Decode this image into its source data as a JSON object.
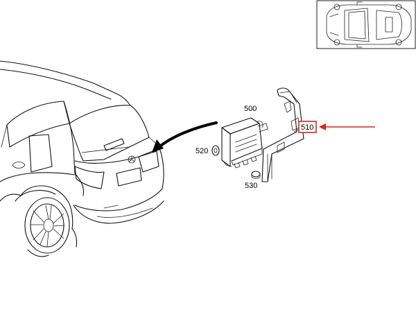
{
  "labels": {
    "part_500": "500",
    "part_510": "510",
    "part_520": "520",
    "part_530": "530"
  },
  "colors": {
    "line": "#111111",
    "highlight": "#d9231f",
    "background": "#ffffff"
  },
  "icons": {
    "overview_thumbnail": "car-top-view-icon",
    "flow_arrow": "curved-arrow-icon",
    "pointer_arrow": "red-arrow-icon"
  }
}
